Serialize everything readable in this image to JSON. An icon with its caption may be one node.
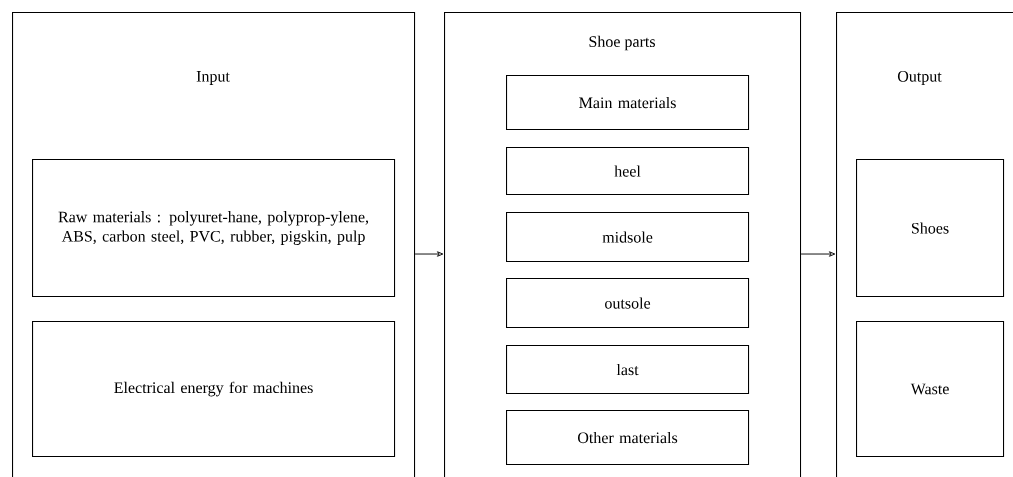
{
  "diagram": {
    "nodes": [
      {
        "text": [
          "Input"
        ]
      },
      {
        "text": [
          "Raw materials : polyuret-hane, polyprop-ylene, ABS, carbon steel, PVC, rubber, pigskin, pulp"
        ],
        "in": 0
      },
      {
        "text": [
          "Electrical energy for machines"
        ],
        "in": 0
      },
      {
        "text": [
          "Shoe parts"
        ]
      },
      {
        "text": [
          "Main materials"
        ],
        "in": 3
      },
      {
        "text": [
          "heel"
        ],
        "in": 3
      },
      {
        "text": [
          "midsole"
        ],
        "in": 3
      },
      {
        "text": [
          "outsole"
        ],
        "in": 3
      },
      {
        "text": [
          "last"
        ],
        "in": 3
      },
      {
        "text": [
          "Other materials"
        ],
        "in": 3
      },
      {
        "text": [
          "Output"
        ]
      },
      {
        "text": [
          "Shoes"
        ],
        "in": 10
      },
      {
        "text": [
          "Waste"
        ],
        "in": 10
      }
    ],
    "edges": [
      {
        "from": 0,
        "to": 3,
        "arrow": "to"
      },
      {
        "from": 3,
        "to": 10,
        "arrow": "to"
      }
    ]
  }
}
